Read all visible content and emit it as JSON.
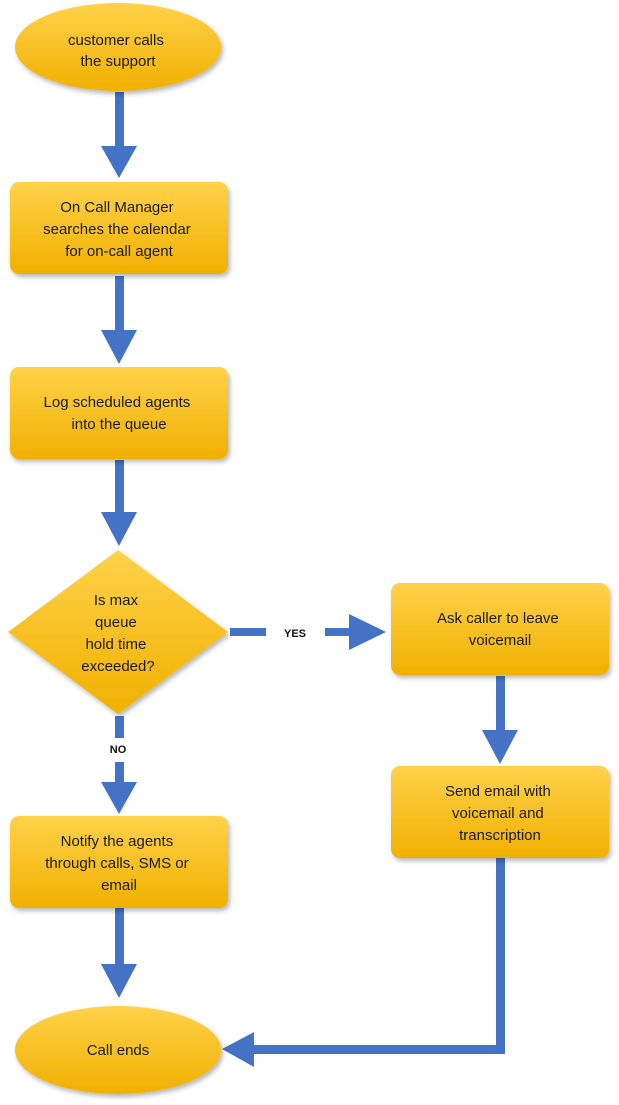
{
  "colors": {
    "node_fill_top": "#ffd24a",
    "node_fill_bottom": "#f2b200",
    "arrow": "#4472c4"
  },
  "nodes": {
    "start": {
      "lines": [
        "customer calls",
        "the support"
      ]
    },
    "search": {
      "lines": [
        "On Call Manager",
        "searches the  calendar",
        "for on-call agent"
      ]
    },
    "log": {
      "lines": [
        "Log scheduled agents",
        "into the queue"
      ]
    },
    "decision": {
      "lines": [
        "Is max",
        "queue",
        "hold time",
        "exceeded?"
      ]
    },
    "voicemail": {
      "lines": [
        "Ask caller to leave",
        "voicemail"
      ]
    },
    "email": {
      "lines": [
        "Send email with",
        "voicemail and",
        "transcription"
      ]
    },
    "notify": {
      "lines": [
        "Notify the agents",
        "through calls, SMS or",
        "email"
      ]
    },
    "end": {
      "lines": [
        "Call ends"
      ]
    }
  },
  "edges": {
    "yes_label": "YES",
    "no_label": "NO"
  }
}
